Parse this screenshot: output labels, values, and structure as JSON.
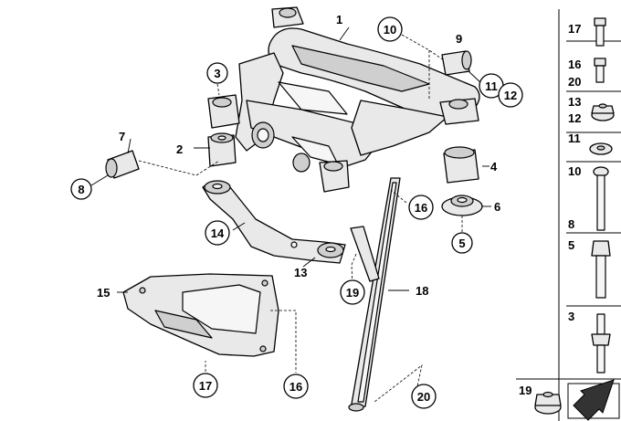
{
  "callouts": {
    "c1": "1",
    "c2": "2",
    "c3": "3",
    "c4": "4",
    "c5": "5",
    "c6": "6",
    "c7": "7",
    "c8": "8",
    "c9": "9",
    "c10": "10",
    "c11": "11",
    "c12": "12",
    "c13": "13",
    "c14": "14",
    "c15": "15",
    "c16a": "16",
    "c16b": "16",
    "c17": "17",
    "c18": "18",
    "c19": "19",
    "c20": "20"
  },
  "sidebar": {
    "s17": "17",
    "s16": "16",
    "s20": "20",
    "s13": "13",
    "s12": "12",
    "s11": "11",
    "s10": "10",
    "s8": "8",
    "s5": "5",
    "s3": "3",
    "s19": "19"
  },
  "colors": {
    "line": "#000000",
    "fill": "#e9e9e9",
    "background": "#ffffff"
  },
  "icons": {
    "arrow": "arrow-icon"
  }
}
